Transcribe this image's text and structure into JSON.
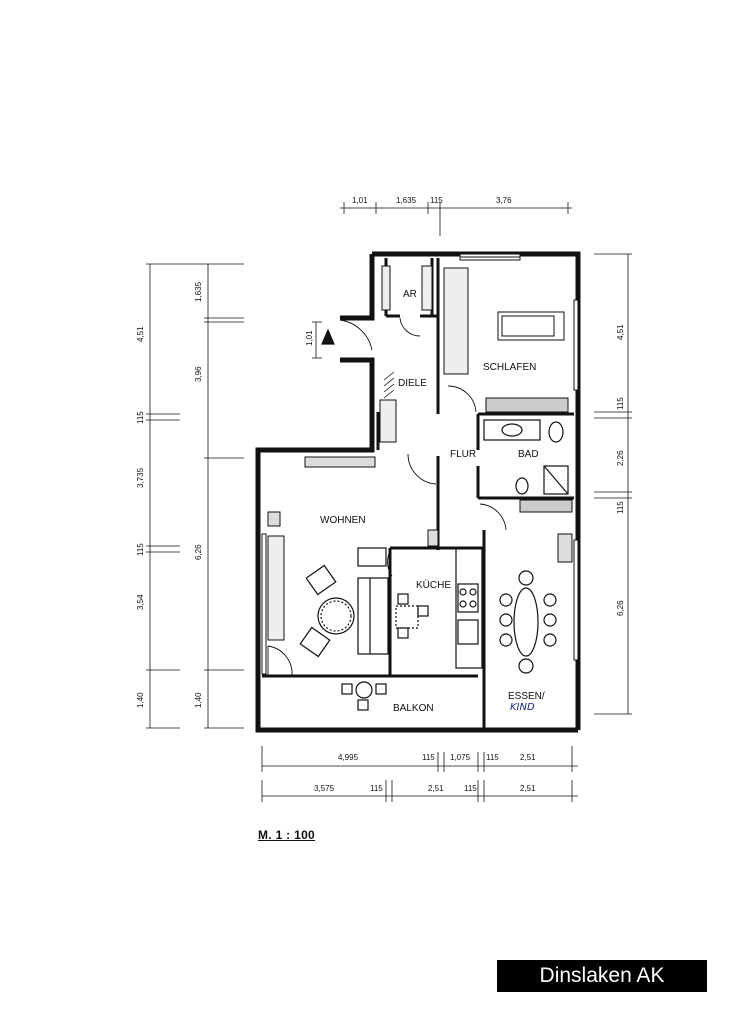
{
  "rooms": {
    "ar": "AR",
    "schlafen": "SCHLAFEN",
    "diele": "DIELE",
    "flur": "FLUR",
    "bad": "BAD",
    "wohnen": "WOHNEN",
    "kueche": "KÜCHE",
    "essen": "ESSEN/",
    "kind": "KIND",
    "balkon": "BALKON"
  },
  "dimensions": {
    "top": [
      "1,01",
      "1,635",
      "115",
      "3,76"
    ],
    "left_outer": [
      "4,51",
      "115",
      "3,735",
      "115",
      "3,54",
      "1,40"
    ],
    "left_inner": [
      "1,635",
      "1,01",
      "3,96",
      "6,26",
      "1,40"
    ],
    "right": [
      "4,51",
      "115",
      "2,26",
      "115",
      "6,26"
    ],
    "bottom_row1": [
      "4,995",
      "115",
      "1,075",
      "115",
      "2,51"
    ],
    "bottom_row2": [
      "3,575",
      "115",
      "2,51",
      "115",
      "2,51"
    ]
  },
  "scale": "M. 1 : 100",
  "location_badge": "Dinslaken AK"
}
